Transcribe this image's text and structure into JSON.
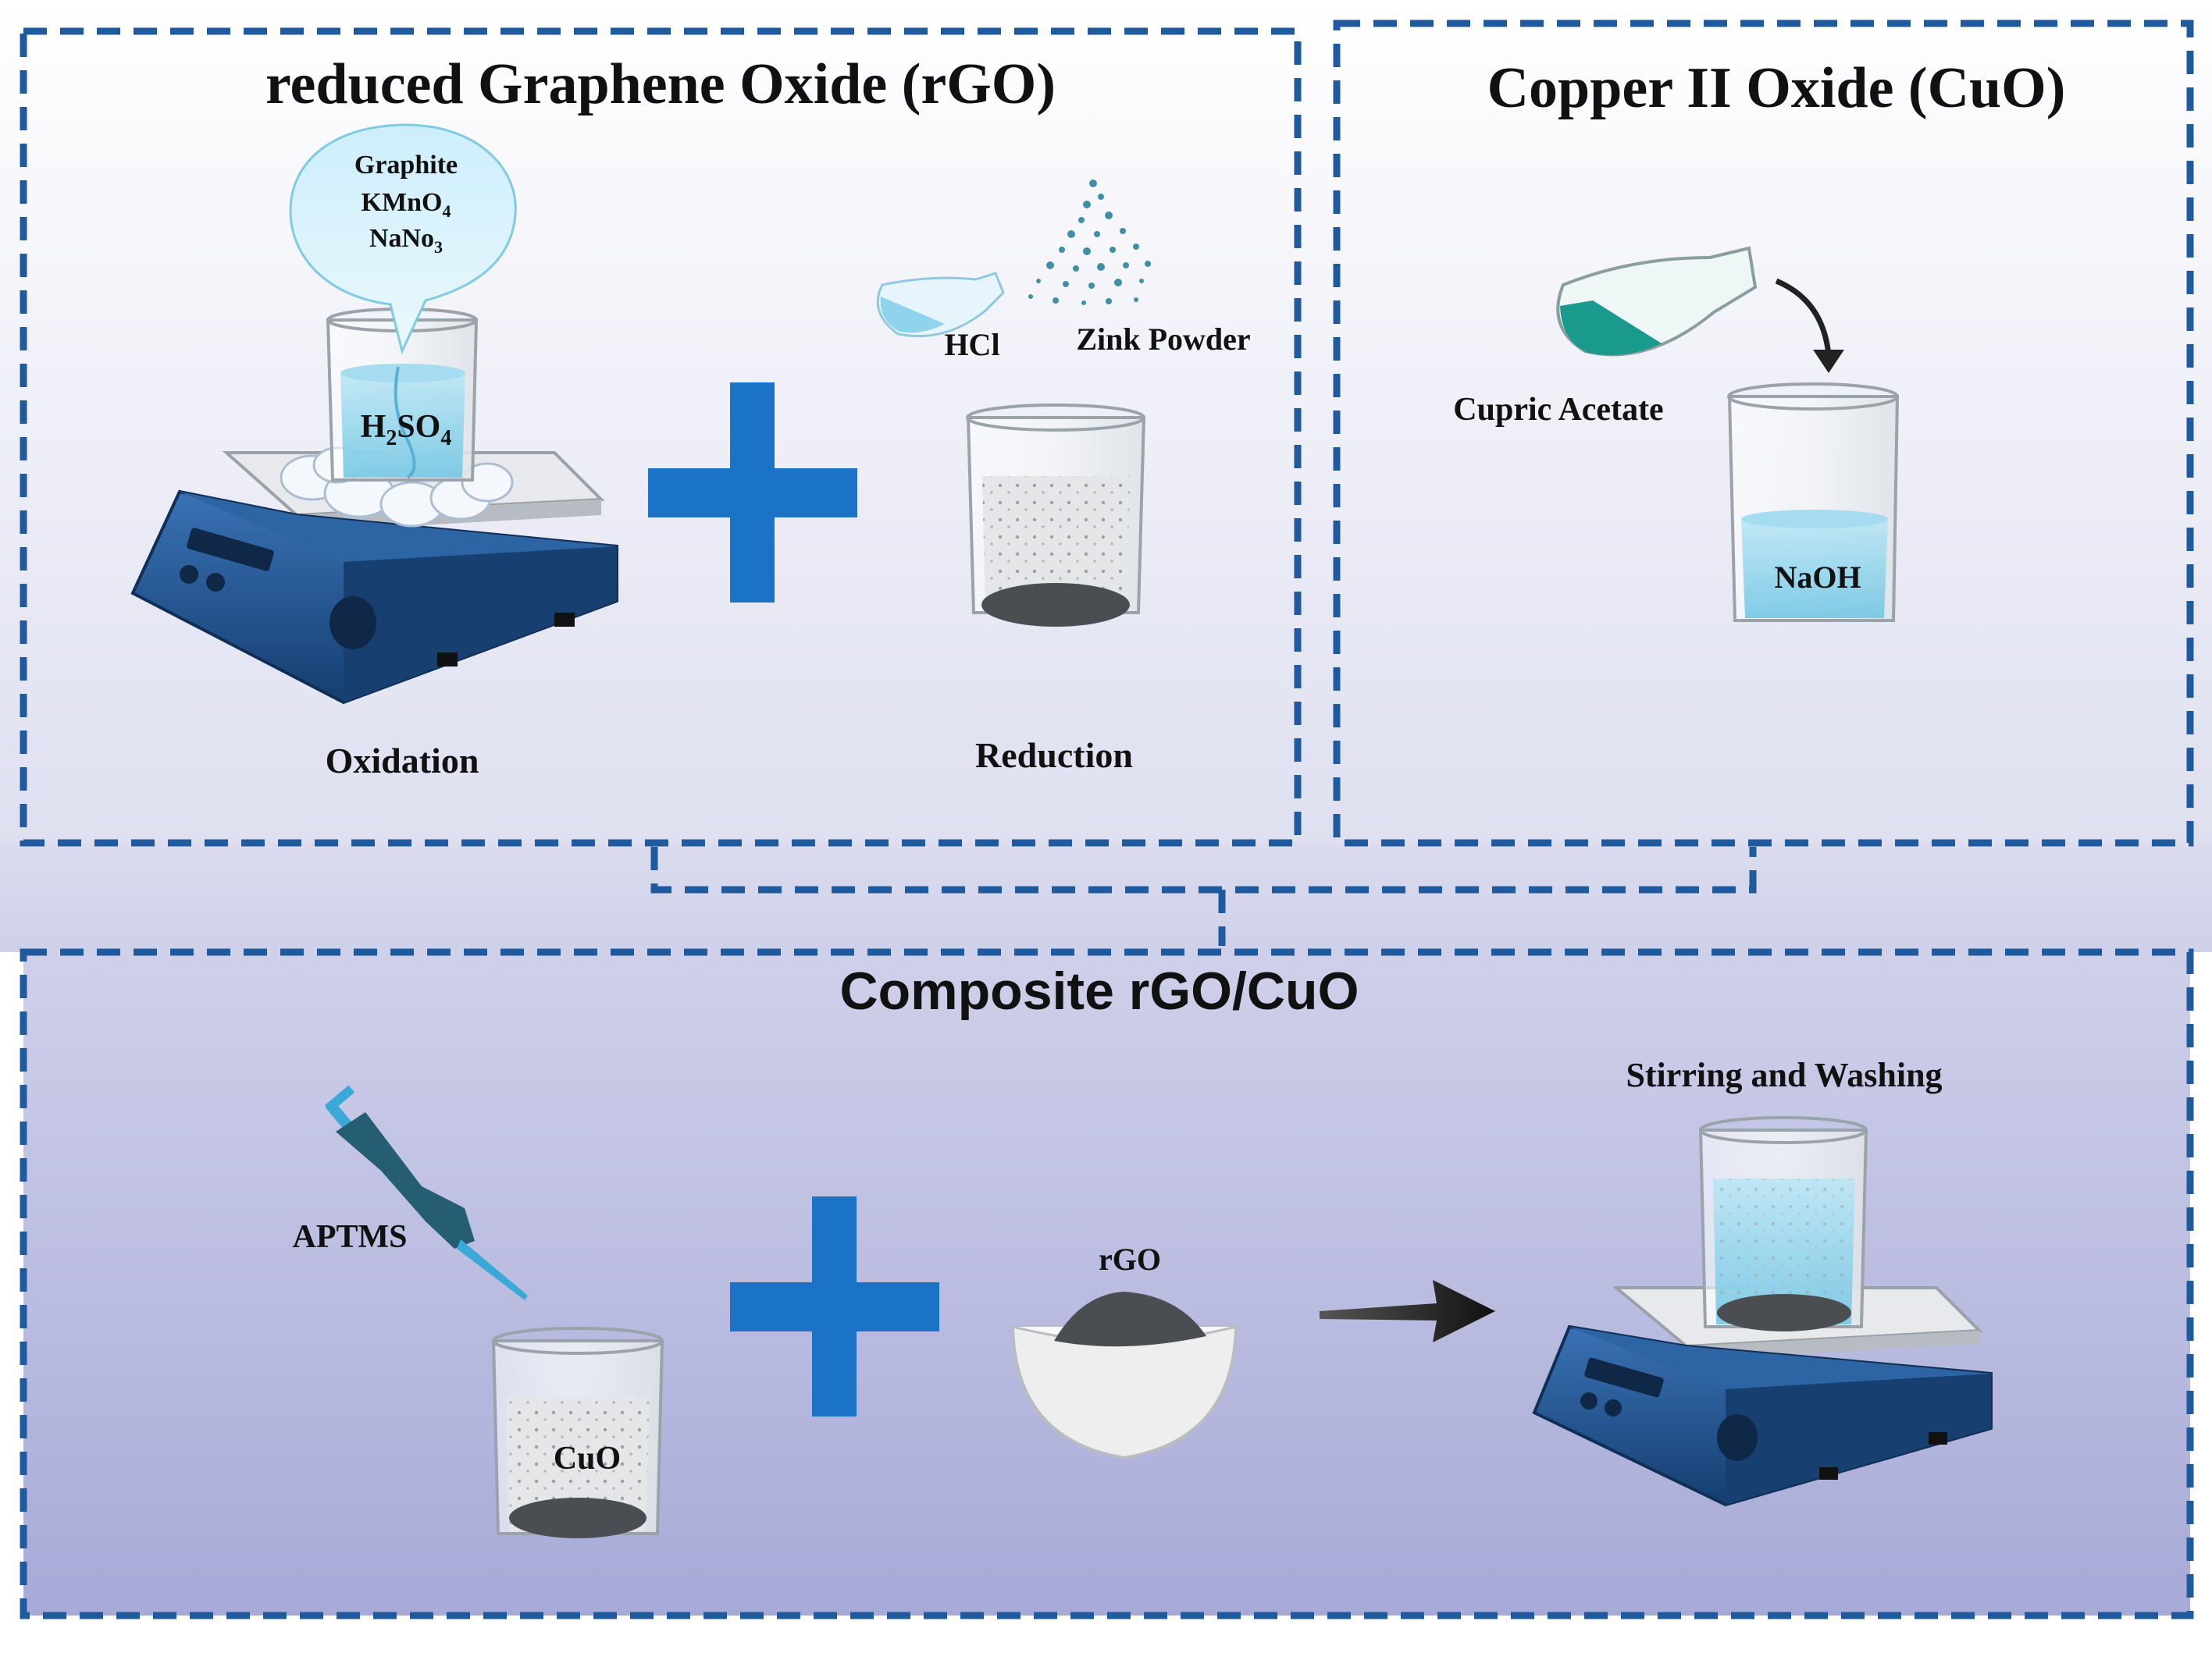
{
  "panels": {
    "rgo": {
      "title": "reduced Graphene Oxide (rGO)",
      "bubble": {
        "line1": "Graphite",
        "line2_base": "KMnO",
        "line2_sub": "4",
        "line3_base": "NaNo",
        "line3_sub": "3"
      },
      "acid": {
        "base1": "H",
        "sub1": "2",
        "base2": "SO",
        "sub2": "4"
      },
      "hcl_label": "HCl",
      "zinc_label": "Zink Powder",
      "oxidation_label": "Oxidation",
      "reduction_label": "Reduction"
    },
    "cuo": {
      "title": "Copper II Oxide (CuO)",
      "cupric_label": "Cupric Acetate",
      "naoh_label": "NaOH"
    },
    "composite": {
      "title": "Composite rGO/CuO",
      "aptms_label": "APTMS",
      "cuo_label": "CuO",
      "rgo_label": "rGO",
      "stirring_label": "Stirring and Washing"
    }
  },
  "colors": {
    "dash_border": "#1f5a9e",
    "plus": "#1a73c6",
    "hotplate": "#1f4f8a",
    "liquid_blue": "#8fd3ec",
    "teal": "#1a9a8c",
    "powder": "#4a4d52",
    "bottom_bg": "#a9acd8"
  }
}
